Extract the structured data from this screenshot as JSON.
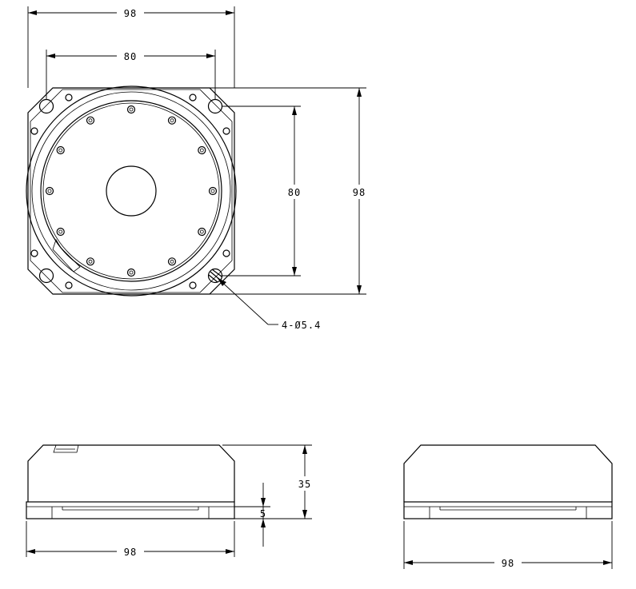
{
  "dimensions": {
    "top_width": "98",
    "hole_spacing_horizontal": "80",
    "hole_spacing_vertical": "80",
    "top_height": "98",
    "hole_callout": "4-Ø5.4",
    "side_height": "35",
    "base_thickness": "5",
    "front_width": "98",
    "side_width": "98"
  }
}
